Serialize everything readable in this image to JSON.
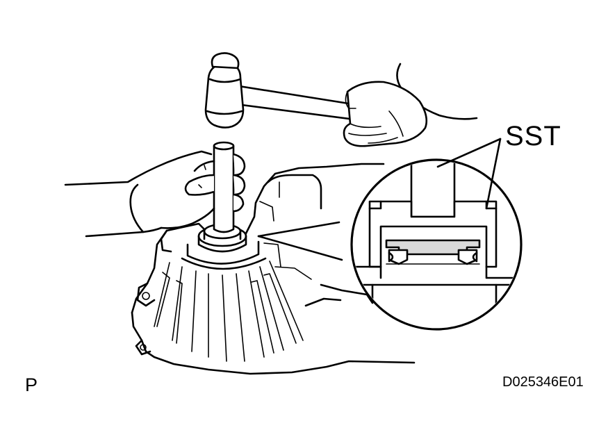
{
  "labels": {
    "tool": "SST",
    "view_code": "P",
    "figure_id": "D025346E01"
  },
  "icons": [
    "hammer-icon",
    "hand-icon",
    "seal-installer-drift-icon",
    "oil-seal-icon",
    "transaxle-case-icon",
    "magnified-detail-icon"
  ]
}
